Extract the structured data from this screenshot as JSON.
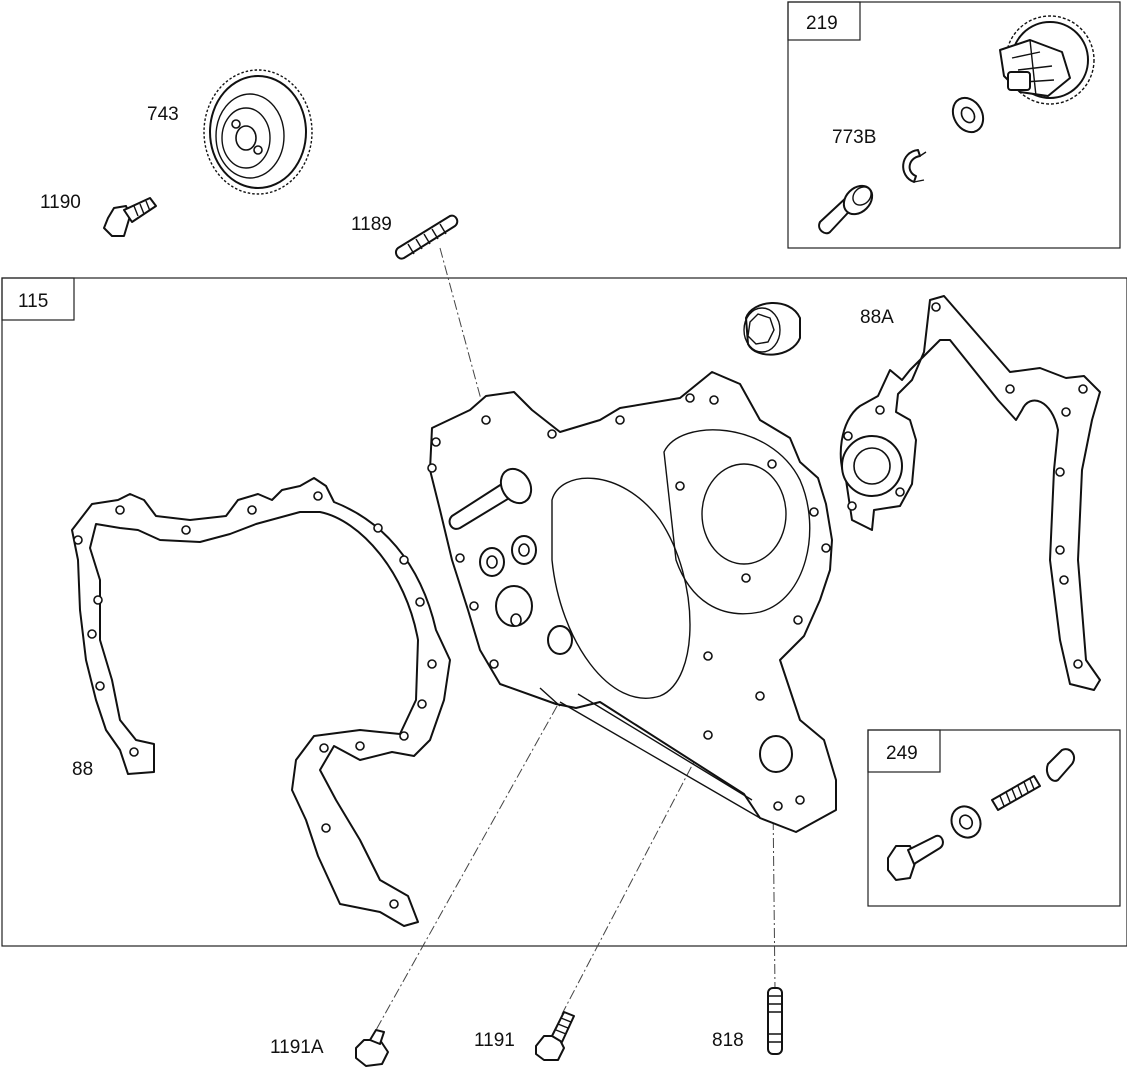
{
  "diagram": {
    "boxes": [
      {
        "id": "box-219",
        "label": "219"
      },
      {
        "id": "box-115",
        "label": "115"
      },
      {
        "id": "box-249",
        "label": "249"
      }
    ],
    "callouts": [
      {
        "id": "743",
        "label": "743"
      },
      {
        "id": "1190",
        "label": "1190"
      },
      {
        "id": "1189",
        "label": "1189"
      },
      {
        "id": "773B",
        "label": "773B"
      },
      {
        "id": "88A",
        "label": "88A"
      },
      {
        "id": "88",
        "label": "88"
      },
      {
        "id": "1191A",
        "label": "1191A"
      },
      {
        "id": "1191",
        "label": "1191"
      },
      {
        "id": "818",
        "label": "818"
      }
    ]
  }
}
